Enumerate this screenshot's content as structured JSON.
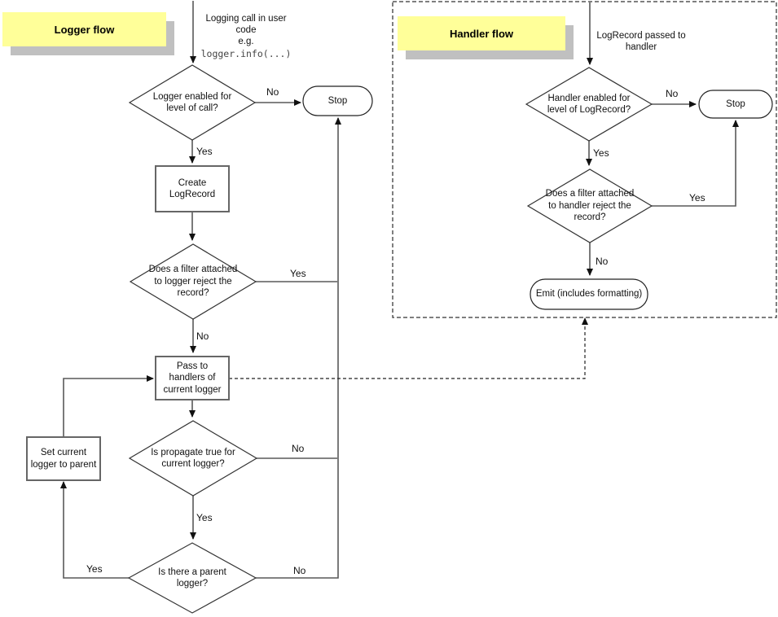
{
  "colors": {
    "note_bg": "#FFFF99",
    "note_shadow": "#C0C0C0",
    "connector": "#595959",
    "shape_border": "#333333"
  },
  "logger_flow": {
    "title": "Logger flow",
    "entry": {
      "text": "Logging call in user\ncode\ne.g.",
      "code": "logger.info(...)"
    },
    "nodes": {
      "enabled_check": "Logger enabled for\nlevel of call?",
      "stop": "Stop",
      "create_record": "Create\nLogRecord",
      "filter_check": "Does a filter attached\nto logger reject the\nrecord?",
      "pass_handlers": "Pass to\nhandlers of\ncurrent logger",
      "propagate_check": "Is propagate true for\ncurrent logger?",
      "parent_check": "Is there a parent\nlogger?",
      "set_parent": "Set current\nlogger to parent"
    },
    "labels": {
      "enabled_no": "No",
      "enabled_yes": "Yes",
      "filter_yes": "Yes",
      "filter_no": "No",
      "propagate_no": "No",
      "propagate_yes": "Yes",
      "parent_no": "No",
      "parent_yes": "Yes"
    }
  },
  "handler_flow": {
    "title": "Handler flow",
    "entry": {
      "text": "LogRecord passed to\nhandler"
    },
    "nodes": {
      "enabled_check": "Handler enabled for\nlevel of LogRecord?",
      "stop": "Stop",
      "filter_check": "Does a filter attached\nto handler reject the\nrecord?",
      "emit": "Emit (includes formatting)"
    },
    "labels": {
      "enabled_no": "No",
      "enabled_yes": "Yes",
      "filter_yes": "Yes",
      "filter_no": "No"
    }
  }
}
